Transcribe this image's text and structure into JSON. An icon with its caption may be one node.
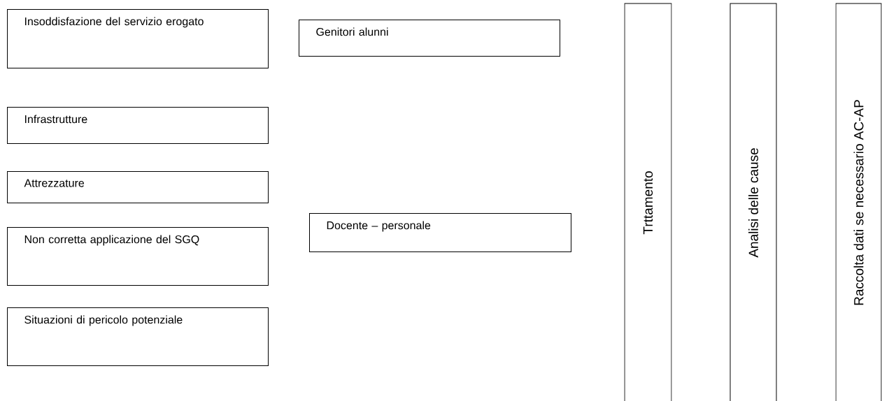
{
  "diagram": {
    "nodes": [
      {
        "text": [
          "Insoddisfazione del servizio erogato"
        ]
      },
      {
        "text": [
          "Genitori alunni"
        ]
      },
      {
        "text": [
          "Infrastrutture"
        ]
      },
      {
        "text": [
          "Attrezzature"
        ]
      },
      {
        "text": [
          "Non corretta applicazione del SGQ"
        ]
      },
      {
        "text": [
          "Situazioni di pericolo potenziale"
        ]
      },
      {
        "text": [
          "Docente – personale"
        ]
      },
      {
        "text": [
          "Trttamento"
        ]
      },
      {
        "text": [
          "Analisi delle cause"
        ]
      },
      {
        "text": [
          "Raccolta dati se necessario AC-AP"
        ]
      }
    ]
  }
}
